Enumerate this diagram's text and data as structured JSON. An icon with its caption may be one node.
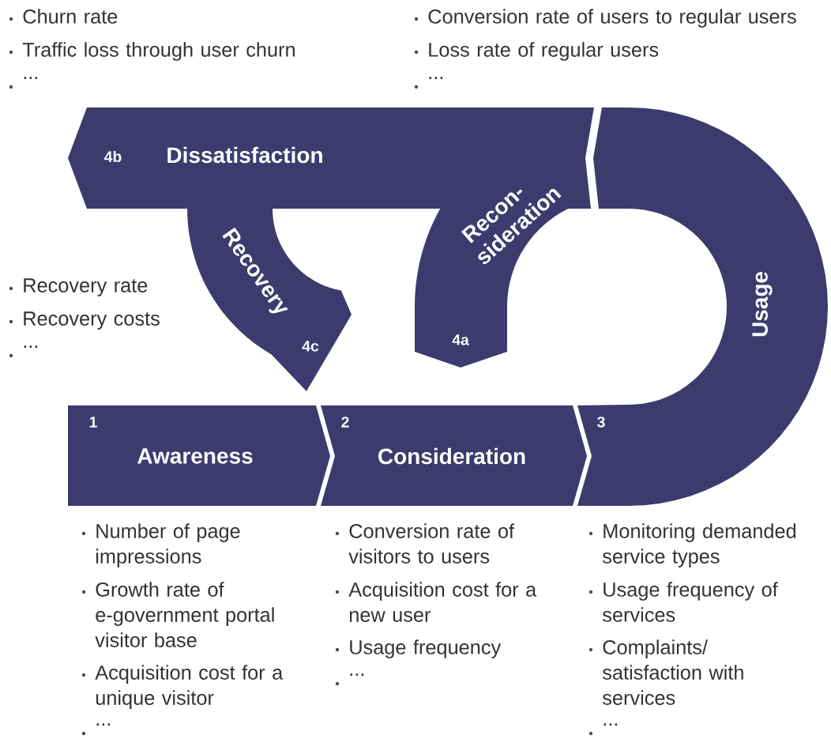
{
  "diagram": {
    "nodes": [
      {
        "text": [
          "4b",
          "Dissatisfaction"
        ]
      },
      {
        "text": [
          "Recovery",
          "4c"
        ]
      },
      {
        "text": [
          "Recon- sideration",
          "4a"
        ]
      },
      {
        "text": [
          "Usage",
          "3"
        ]
      },
      {
        "text": [
          "1",
          "Awareness"
        ]
      },
      {
        "text": [
          "2",
          "Consideration"
        ]
      }
    ],
    "labels": [
      "Churn rate",
      "Traffic loss through user churn",
      "...",
      "Conversion rate of users to regular users",
      "Loss rate of regular users",
      "...",
      "Recovery rate",
      "Recovery costs",
      "...",
      "Number of page impressions",
      "Growth rate of e-government portal visitor base",
      "Acquisition cost for a unique visitor",
      "...",
      "Conversion rate of visitors to users",
      "Acquisition cost for a new user",
      "Usage frequency",
      "...",
      "Monitoring demanded service types",
      "Usage frequency of services",
      "Complaints/ satisfaction with services",
      "..."
    ]
  }
}
